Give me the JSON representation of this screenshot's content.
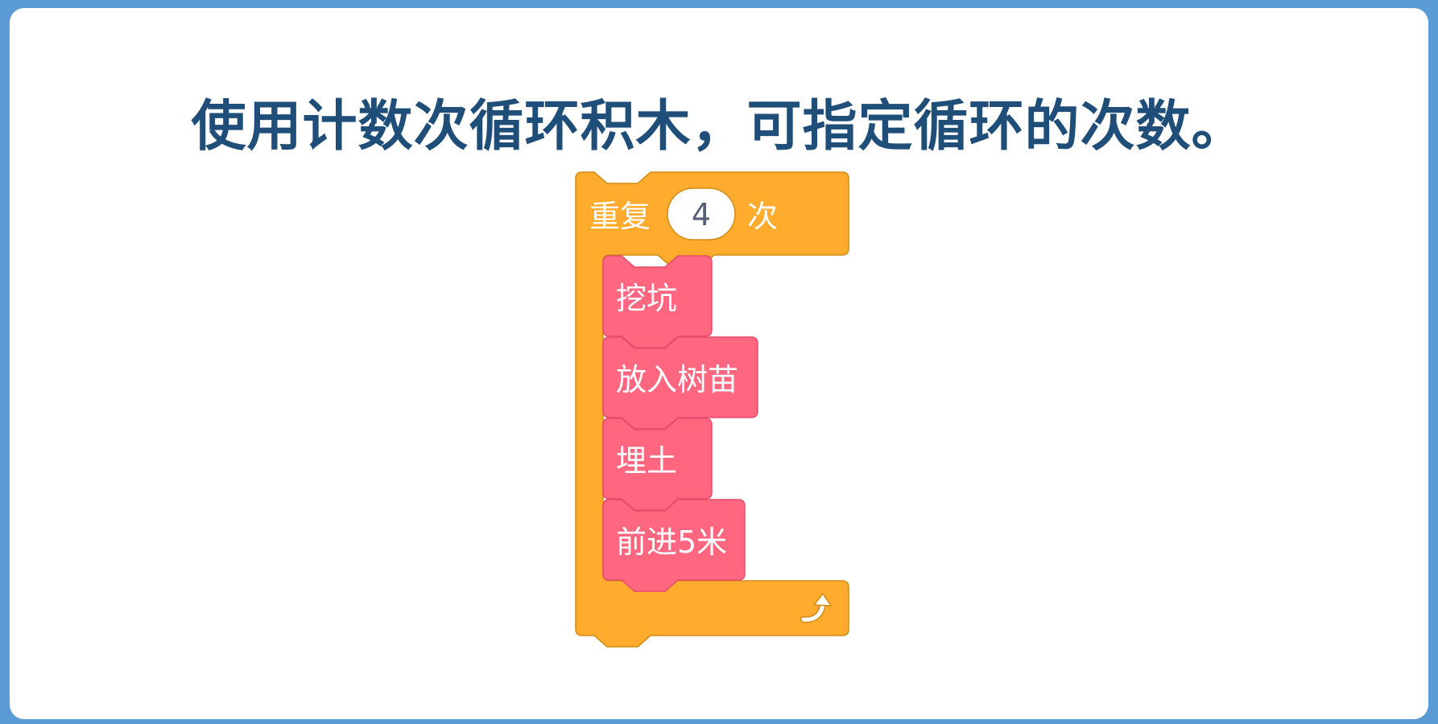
{
  "heading": "使用计数次循环积木，可指定循环的次数。",
  "colors": {
    "background": "#5b9bd5",
    "heading": "#1f4e79",
    "control_block": "#ffab2e",
    "control_border": "#cf8b17",
    "custom_block": "#ff6680",
    "custom_border": "#e64d6a"
  },
  "repeat_block": {
    "label_before": "重复",
    "count": "4",
    "label_after": "次",
    "end_icon": "loop-arrow-icon"
  },
  "inner_blocks": [
    {
      "label": "挖坑"
    },
    {
      "label": "放入树苗"
    },
    {
      "label": "埋土"
    },
    {
      "label": "前进5米"
    }
  ]
}
